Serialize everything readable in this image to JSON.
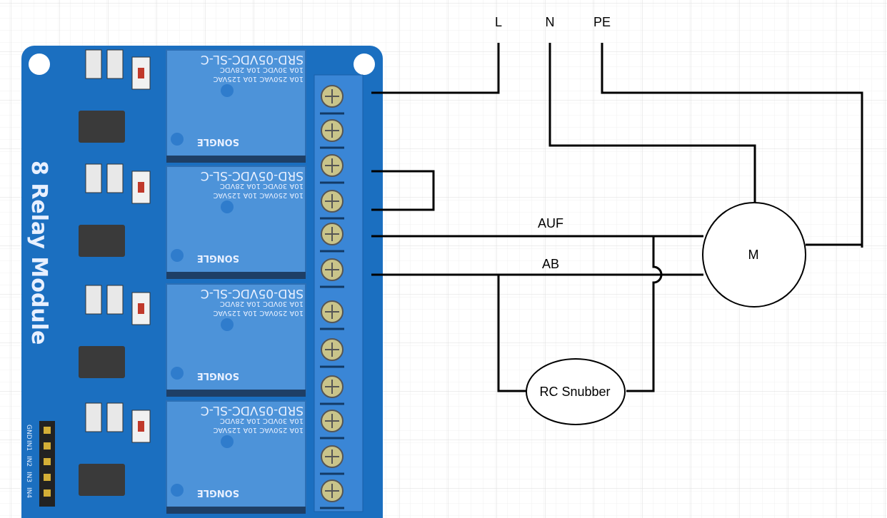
{
  "labels": {
    "line": "L",
    "neutral": "N",
    "earth": "PE",
    "up": "AUF",
    "down": "AB",
    "motor": "M",
    "snubber": "RC Snubber"
  },
  "board": {
    "title": "8 Relay Module",
    "relay_model": "SRD-05VDC-SL-C",
    "relay_rating_1": "10A 250VAC 10A 125VAC",
    "relay_rating_2": "10A 30VDC 10A 28VDC",
    "relay_brand": "SONGLE",
    "relay_count": 4,
    "terminal_count": 12,
    "pin_labels": [
      "GND",
      "IN1",
      "IN2",
      "IN3",
      "IN4"
    ],
    "colors": {
      "pcb": "#1b6fc0",
      "relay": "#4d93d9",
      "terminal": "#3a86d6"
    }
  },
  "colors": {
    "wire": "#000000",
    "grid_minor": "#f0f0f0",
    "grid_major": "#dcdcdc"
  }
}
